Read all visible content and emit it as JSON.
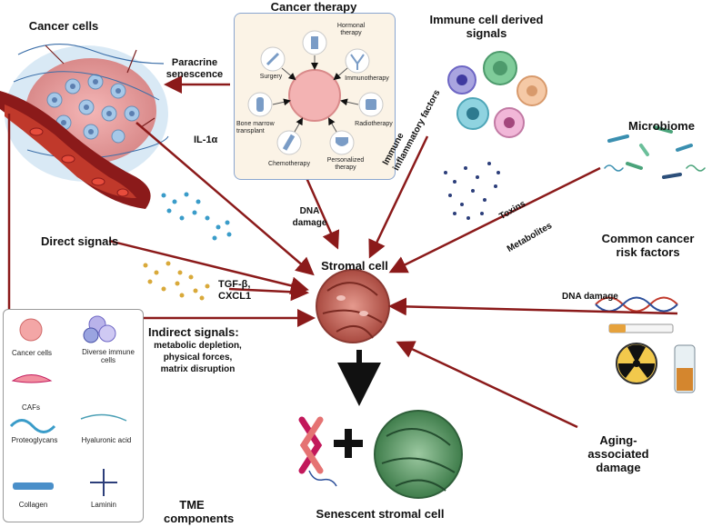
{
  "cancer_cells": {
    "title": "Cancer cells"
  },
  "therapy": {
    "title": "Cancer therapy",
    "items": [
      "Hormonal therapy",
      "Immunotherapy",
      "Radiotherapy",
      "Personalized therapy",
      "Chemotherapy",
      "Bone marrow transplant",
      "Surgery"
    ]
  },
  "immune": {
    "title": "Immune cell derived signals",
    "arrow_label": "Immune inflammatory factors"
  },
  "microbiome": {
    "title": "Microbiome",
    "toxins": "Toxins",
    "metabolites": "Metabolites"
  },
  "risk": {
    "title": "Common cancer risk factors",
    "dna": "DNA damage"
  },
  "aging": {
    "title": "Aging-associated damage"
  },
  "paracrine": "Paracrine senescence",
  "il1a": "IL-1α",
  "dna_damage_therapy": "DNA damage",
  "direct_signals": "Direct signals",
  "tgf": "TGF-β, CXCL1",
  "indirect_title": "Indirect signals:",
  "indirect_items": "metabolic depletion, physical forces, matrix disruption",
  "stromal": "Stromal cell",
  "senescent": "Senescent stromal cell",
  "tme": {
    "title": "TME components",
    "items": [
      "Cancer cells",
      "Diverse immune cells",
      "CAFs",
      "Proteoglycans",
      "Hyaluronic acid",
      "Collagen",
      "Laminin"
    ]
  }
}
